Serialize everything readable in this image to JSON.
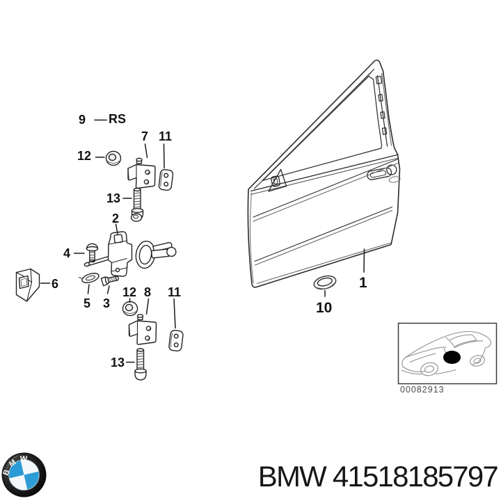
{
  "page": {
    "background": "#ffffff",
    "line_color": "#2a2a2a"
  },
  "diagram": {
    "description": "BMW front door exploded parts diagram",
    "labels": [
      {
        "id": "pos-9",
        "text": "9"
      },
      {
        "id": "code-rs",
        "text": "RS"
      },
      {
        "id": "pos-12-upper",
        "text": "12"
      },
      {
        "id": "pos-7",
        "text": "7"
      },
      {
        "id": "pos-11-upper",
        "text": "11"
      },
      {
        "id": "pos-13-upper",
        "text": "13"
      },
      {
        "id": "pos-2",
        "text": "2"
      },
      {
        "id": "pos-4",
        "text": "4"
      },
      {
        "id": "pos-6",
        "text": "6"
      },
      {
        "id": "pos-5",
        "text": "5"
      },
      {
        "id": "pos-3",
        "text": "3"
      },
      {
        "id": "pos-12-lower",
        "text": "12"
      },
      {
        "id": "pos-8",
        "text": "8"
      },
      {
        "id": "pos-11-lower",
        "text": "11"
      },
      {
        "id": "pos-13-lower",
        "text": "13"
      },
      {
        "id": "pos-1",
        "text": "1"
      },
      {
        "id": "pos-10",
        "text": "10"
      }
    ],
    "inset": {
      "image_code": "00082913"
    }
  },
  "footer": {
    "brand": "BMW",
    "part_number": "41518185797",
    "title": "BMW 41518185797",
    "logo_letters": "BMW",
    "logo_blue": "#2d9bd5"
  }
}
